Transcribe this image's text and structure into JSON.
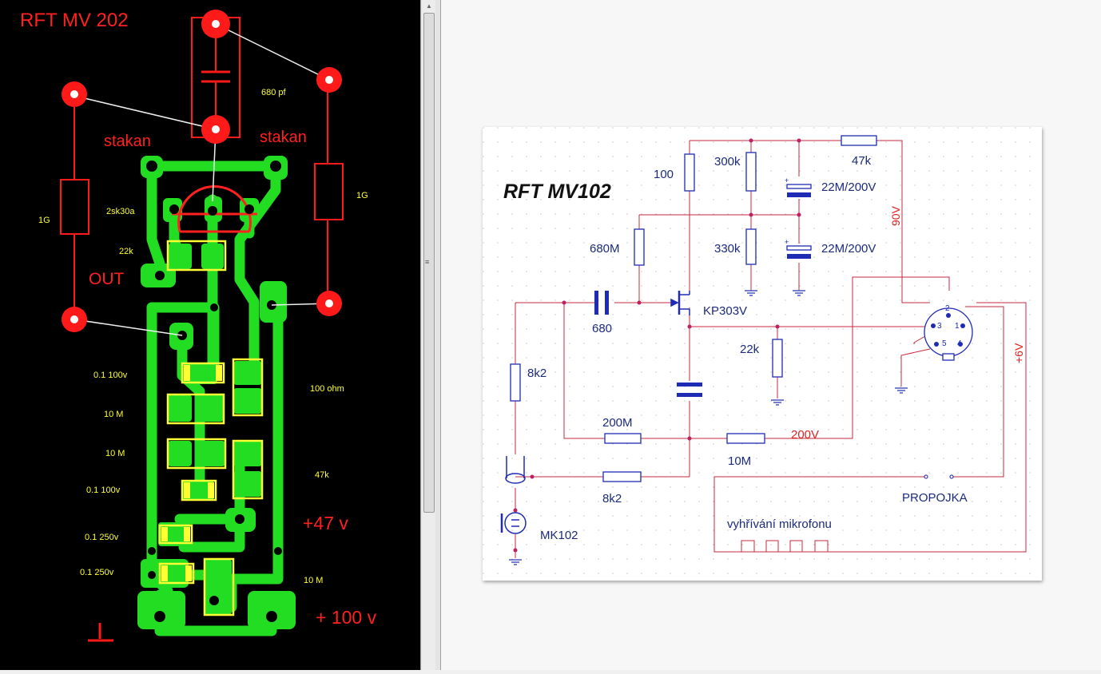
{
  "pcb": {
    "title": "RFT MV 202",
    "labels": {
      "cap_680": "680 pf",
      "stakan_left": "stakan",
      "stakan_right": "stakan",
      "res_1g_left": "1G",
      "res_1g_right": "1G",
      "jfet": "2sk30a",
      "r22k": "22k",
      "out": "OUT",
      "c01_100v_a": "0.1  100v",
      "r10m_a": "10 M",
      "r10m_b": "10 M",
      "c01_100v_b": "0.1  100v",
      "c01_250v_a": "0.1  250v",
      "c01_250v_b": "0.1  250v",
      "r100ohm": "100 ohm",
      "r47k": "47k",
      "v47": "+47  v",
      "r10m_c": "10 M",
      "v100": "+ 100  v",
      "ground_symbol": "ground-icon"
    },
    "colors": {
      "background": "#000000",
      "copper": "#22dd22",
      "silkscreen": "#e01010",
      "pad_outline": "#ffff33",
      "text_yellow": "#ffff33",
      "wire": "#ffffff"
    }
  },
  "schematic": {
    "title": "RFT MV102",
    "labels": {
      "r100": "100",
      "r300k": "300k",
      "r47k": "47k",
      "c22m_a": "22M/200V",
      "c22m_b": "22M/200V",
      "v90": "90V",
      "r680m": "680M",
      "r330k": "330k",
      "jfet": "KP303V",
      "c680": "680",
      "r22k": "22k",
      "r8k2_a": "8k2",
      "r200m": "200M",
      "r10m": "10M",
      "v200": "200V",
      "v6": "+6V",
      "r8k2_b": "8k2",
      "propojka": "PROPOJKA",
      "heater": "vyhřívání mikrofonu",
      "mic": "MK102",
      "pin1": "1",
      "pin2": "2",
      "pin3": "3",
      "pin4": "4",
      "pin5": "5"
    },
    "colors": {
      "wire": "#c8283c",
      "component": "#1e2bb5",
      "text": "#1b2a7a",
      "voltage_text": "#e02020"
    }
  }
}
